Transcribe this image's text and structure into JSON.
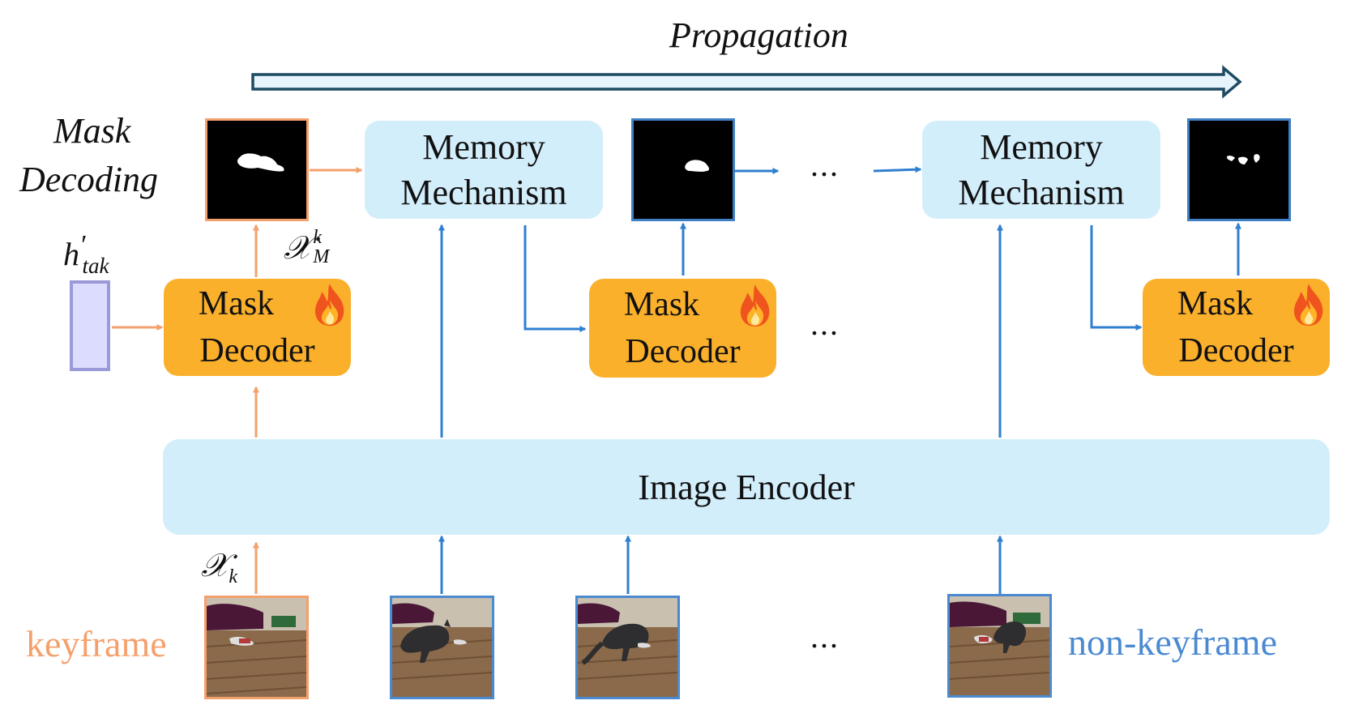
{
  "title": "Propagation",
  "section_label": [
    "Mask",
    "Decoding"
  ],
  "memory_label": [
    "Memory",
    "Mechanism"
  ],
  "decoder_label": [
    "Mask",
    "Decoder"
  ],
  "encoder_label": "Image Encoder",
  "keyframe_label": "keyframe",
  "nonkeyframe_label": "non-keyframe",
  "ellipsis": "...",
  "symbols": {
    "h_main": "h",
    "h_prime": "′",
    "h_sub": "tak",
    "xm_main": "𝒳",
    "xm_sup": "k",
    "xm_sub": "M",
    "xk_main": "𝒳",
    "xk_sub": "k"
  },
  "colors": {
    "keyframe": "#f4a06c",
    "nonkeyframe": "#3f7fc4",
    "memory_fill": "#d3eefb",
    "decoder_fill": "#fbb02c",
    "vector_fill": "#dcdcff"
  },
  "icons": [
    "fire-icon",
    "cat-frame-image",
    "mask-image"
  ]
}
